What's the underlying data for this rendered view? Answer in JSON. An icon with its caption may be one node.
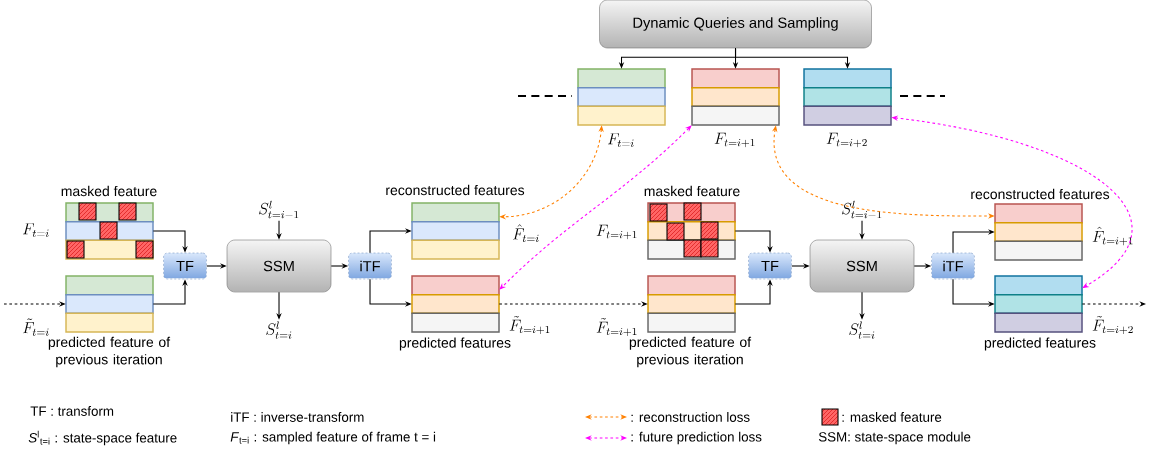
{
  "diagram": {
    "nodes": [
      {
        "text": [
          "Dynamic Queries and Sampling"
        ]
      },
      {
        "text": [],
        "shape": "box",
        "beside": [
          "F_{t=i}"
        ]
      },
      {
        "text": [],
        "shape": "box",
        "beside": [
          "F_{t=i+1}"
        ]
      },
      {
        "text": [],
        "shape": "box",
        "beside": [
          "F_{t=i+2}"
        ]
      },
      {
        "text": [
          "masked feature"
        ],
        "beside": [
          "F_{t=i}"
        ]
      },
      {
        "text": [
          "predicted feature of previous iteration"
        ],
        "beside": [
          "\\tilde{F}_{t=i}"
        ]
      },
      {
        "text": [
          "TF"
        ]
      },
      {
        "text": [
          "S^{l}_{t=i-1}"
        ]
      },
      {
        "text": [
          "SSM"
        ]
      },
      {
        "text": [
          "S^{l}_{t=i}"
        ]
      },
      {
        "text": [
          "iTF"
        ]
      },
      {
        "text": [
          "reconstructed features"
        ],
        "beside": [
          "\\hat{F}_{t=i}"
        ]
      },
      {
        "text": [
          "predicted features"
        ],
        "beside": [
          "\\tilde{F}_{t=i+1}"
        ]
      },
      {
        "text": [
          "masked feature"
        ],
        "beside": [
          "F_{t=i+1}"
        ]
      },
      {
        "text": [
          "predicted feature of previous iteration"
        ],
        "beside": [
          "\\tilde{F}_{t=i+1}"
        ]
      },
      {
        "text": [
          "TF"
        ]
      },
      {
        "text": [
          "S^{l}_{t=i-1}"
        ]
      },
      {
        "text": [
          "SSM"
        ]
      },
      {
        "text": [
          "S^{l}_{t=i}"
        ]
      },
      {
        "text": [
          "iTF"
        ]
      },
      {
        "text": [
          "reconstructed features"
        ],
        "beside": [
          "\\hat{F}_{t=i+1}"
        ]
      },
      {
        "text": [
          "predicted features"
        ],
        "beside": [
          "\\tilde{F}_{t=i+2}"
        ]
      }
    ],
    "edges": [
      {
        "from": 0,
        "to": 1,
        "arrow": "to"
      },
      {
        "from": 0,
        "to": 2,
        "arrow": "to"
      },
      {
        "from": 0,
        "to": 3,
        "arrow": "to"
      },
      {
        "from": null,
        "to": 5,
        "arrow": "to",
        "style": "dashed"
      },
      {
        "from": 4,
        "to": 6,
        "arrow": "to"
      },
      {
        "from": 5,
        "to": 6,
        "arrow": "to"
      },
      {
        "from": 6,
        "to": 8,
        "arrow": "to"
      },
      {
        "from": 7,
        "to": 8,
        "arrow": "to"
      },
      {
        "from": 8,
        "to": 9,
        "arrow": "to"
      },
      {
        "from": 8,
        "to": 10,
        "arrow": "to"
      },
      {
        "from": 10,
        "to": 11,
        "arrow": "to"
      },
      {
        "from": 10,
        "to": 12,
        "arrow": "to"
      },
      {
        "from": 12,
        "to": 14,
        "arrow": "to",
        "style": "dashed"
      },
      {
        "from": 13,
        "to": 15,
        "arrow": "to"
      },
      {
        "from": 14,
        "to": 15,
        "arrow": "to"
      },
      {
        "from": 15,
        "to": 17,
        "arrow": "to"
      },
      {
        "from": 16,
        "to": 17,
        "arrow": "to"
      },
      {
        "from": 17,
        "to": 18,
        "arrow": "to"
      },
      {
        "from": 17,
        "to": 19,
        "arrow": "to"
      },
      {
        "from": 19,
        "to": 20,
        "arrow": "to"
      },
      {
        "from": 19,
        "to": 21,
        "arrow": "to"
      },
      {
        "from": 21,
        "to": null,
        "arrow": "to",
        "style": "dashed"
      },
      {
        "from": 1,
        "to": 11,
        "arrow": "both",
        "style": "dashed",
        "color": "#ff8000"
      },
      {
        "from": 2,
        "to": 12,
        "arrow": "both",
        "style": "dashed",
        "color": "#ff00ff"
      },
      {
        "from": 2,
        "to": 20,
        "arrow": "both",
        "style": "dashed",
        "color": "#ff8000"
      },
      {
        "from": 3,
        "to": 21,
        "arrow": "both",
        "style": "dashed",
        "color": "#ff00ff"
      }
    ],
    "labels": [
      "TF : transform",
      "iTF : inverse-transform",
      "*S*$^{l}$$_{t=i}$ : state-space feature",
      "*F*$_{t=i}$ : sampled feature of frame t = i",
      "SSM: state-space module"
    ],
    "legend": [
      {
        "text": ": reconstruction loss"
      },
      {
        "text": ": future prediction loss"
      },
      {
        "text": ": masked feature"
      }
    ]
  }
}
